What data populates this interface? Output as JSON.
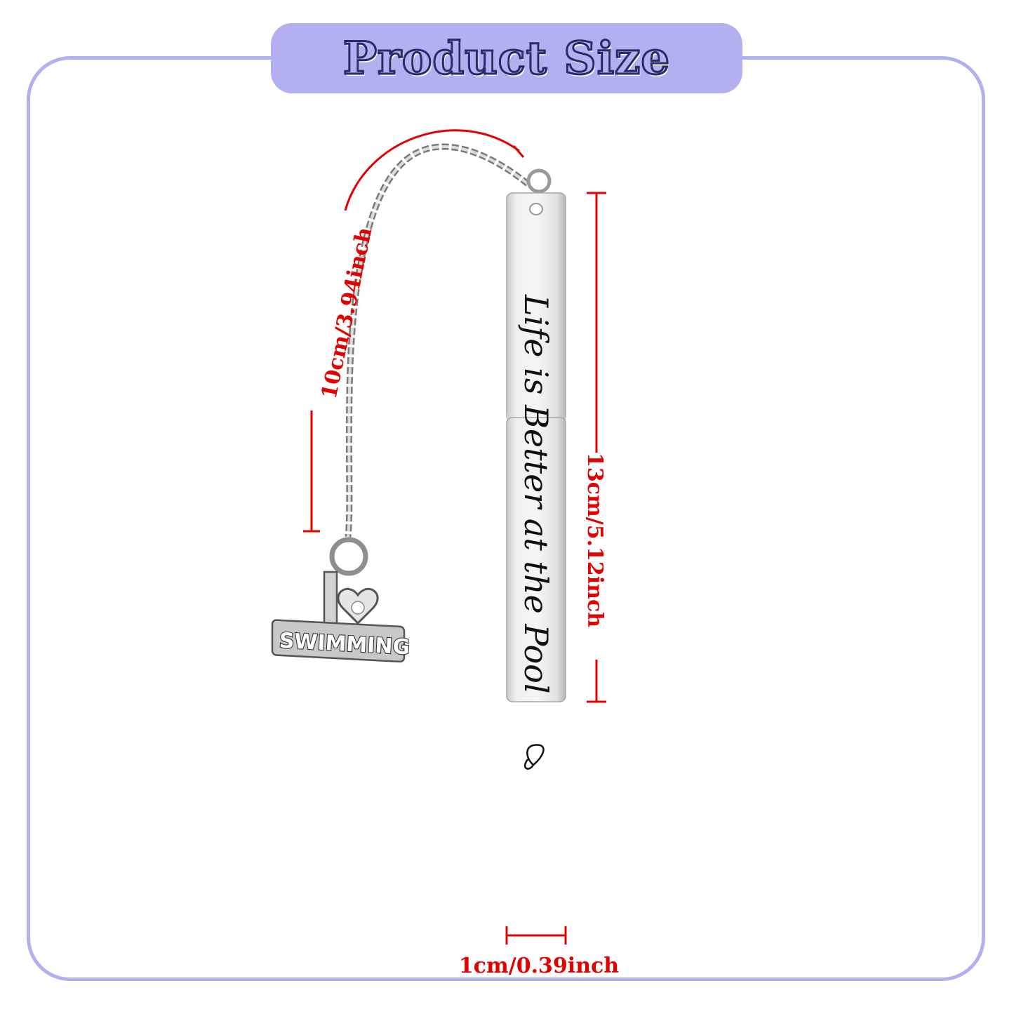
{
  "header": {
    "title": "Product Size"
  },
  "product": {
    "engraving": "Life is Better at the Pool",
    "charm_text": "SWIMMING",
    "charm_letter": "I"
  },
  "dimensions": {
    "chain_length": "10cm/3.94inch",
    "bar_length": "13cm/5.12inch",
    "bar_width": "1cm/0.39inch"
  },
  "colors": {
    "frame": "#b3b0f2",
    "dimension_lines": "#e30000",
    "title_outline": "#2a2a66"
  }
}
